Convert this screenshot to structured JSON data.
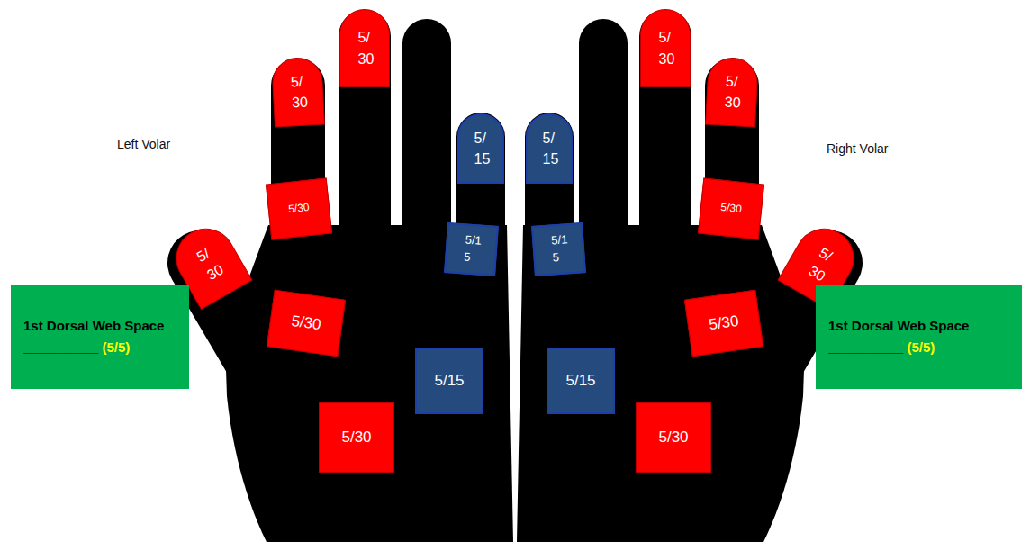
{
  "diagram": {
    "nodes": [
      {
        "text": [
          "5/30"
        ]
      },
      {
        "text": [
          "5/30"
        ]
      },
      {
        "text": [
          "5/15"
        ]
      },
      {
        "text": [
          "5/30"
        ]
      },
      {
        "text": [
          "5/15"
        ]
      },
      {
        "text": [
          "5/30"
        ]
      },
      {
        "text": [
          "5/30"
        ]
      },
      {
        "text": [
          "5/15"
        ]
      },
      {
        "text": [
          "5/30"
        ]
      },
      {
        "text": [
          "1st Dorsal Web Space",
          "__________",
          "(5/5)"
        ]
      },
      {
        "text": [
          "5/30"
        ]
      },
      {
        "text": [
          "5/30"
        ]
      },
      {
        "text": [
          "5/15"
        ]
      },
      {
        "text": [
          "5/30"
        ]
      },
      {
        "text": [
          "5/15"
        ]
      },
      {
        "text": [
          "5/30"
        ]
      },
      {
        "text": [
          "5/30"
        ]
      },
      {
        "text": [
          "5/15"
        ]
      },
      {
        "text": [
          "5/30"
        ]
      },
      {
        "text": [
          "1st Dorsal Web Space",
          "__________",
          "(5/5)"
        ]
      }
    ],
    "labels": [
      "Left Volar",
      "Right Volar"
    ]
  }
}
